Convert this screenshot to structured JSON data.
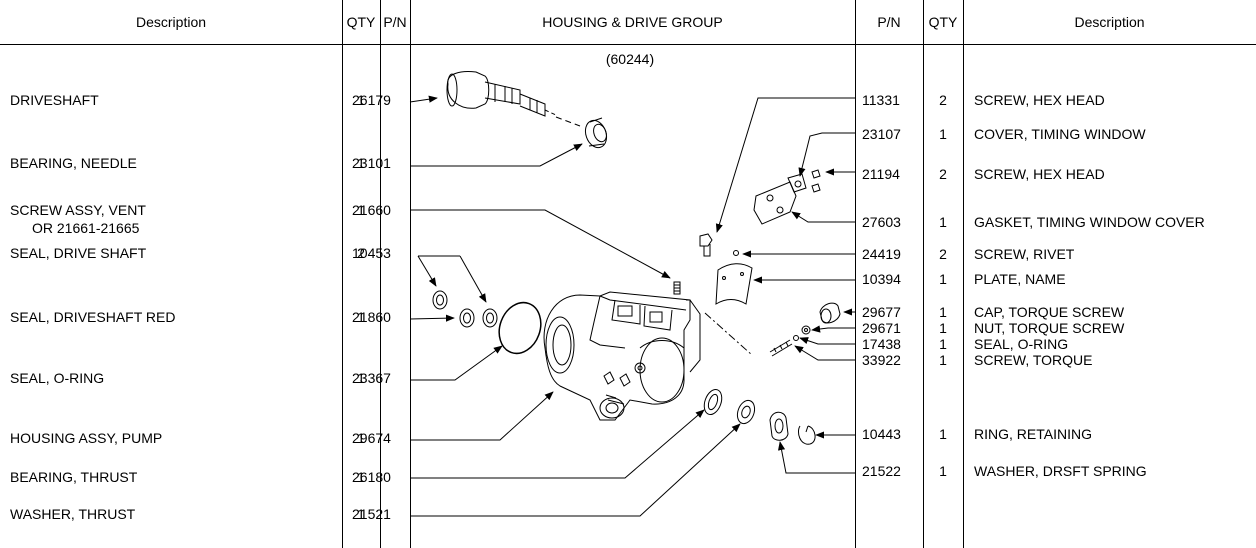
{
  "header": {
    "left_description": "Description",
    "left_qty": "QTY",
    "left_pn": "P/N",
    "group_title": "HOUSING & DRIVE GROUP",
    "right_pn": "P/N",
    "right_qty": "QTY",
    "right_description": "Description"
  },
  "group_number": "(60244)",
  "left_parts": [
    {
      "description": "DRIVESHAFT",
      "description_line2": "",
      "qty": "1",
      "pn": "26179"
    },
    {
      "description": "BEARING, NEEDLE",
      "description_line2": "",
      "qty": "1",
      "pn": "23101"
    },
    {
      "description": "SCREW ASSY, VENT",
      "description_line2": "OR 21661-21665",
      "qty": "1",
      "pn": "21660"
    },
    {
      "description": "SEAL, DRIVE SHAFT",
      "description_line2": "",
      "qty": "2",
      "pn": "10453"
    },
    {
      "description": "SEAL, DRIVESHAFT RED",
      "description_line2": "",
      "qty": "1",
      "pn": "21860"
    },
    {
      "description": "SEAL, O-RING",
      "description_line2": "",
      "qty": "1",
      "pn": "23367"
    },
    {
      "description": "HOUSING ASSY, PUMP",
      "description_line2": "",
      "qty": "1",
      "pn": "29674"
    },
    {
      "description": "BEARING, THRUST",
      "description_line2": "",
      "qty": "1",
      "pn": "26180"
    },
    {
      "description": "WASHER, THRUST",
      "description_line2": "",
      "qty": "1",
      "pn": "21521"
    }
  ],
  "right_parts": [
    {
      "pn": "11331",
      "qty": "2",
      "description": "SCREW, HEX HEAD"
    },
    {
      "pn": "23107",
      "qty": "1",
      "description": "COVER, TIMING WINDOW"
    },
    {
      "pn": "21194",
      "qty": "2",
      "description": "SCREW, HEX HEAD"
    },
    {
      "pn": "27603",
      "qty": "1",
      "description": "GASKET, TIMING WINDOW COVER"
    },
    {
      "pn": "24419",
      "qty": "2",
      "description": "SCREW, RIVET"
    },
    {
      "pn": "10394",
      "qty": "1",
      "description": "PLATE, NAME"
    },
    {
      "pn": "29677",
      "qty": "1",
      "description": "CAP, TORQUE SCREW"
    },
    {
      "pn": "29671",
      "qty": "1",
      "description": "NUT, TORQUE SCREW"
    },
    {
      "pn": "17438",
      "qty": "1",
      "description": "SEAL, O-RING"
    },
    {
      "pn": "33922",
      "qty": "1",
      "description": "SCREW, TORQUE"
    },
    {
      "pn": "10443",
      "qty": "1",
      "description": "RING, RETAINING"
    },
    {
      "pn": "21522",
      "qty": "1",
      "description": "WASHER, DRSFT SPRING"
    }
  ]
}
